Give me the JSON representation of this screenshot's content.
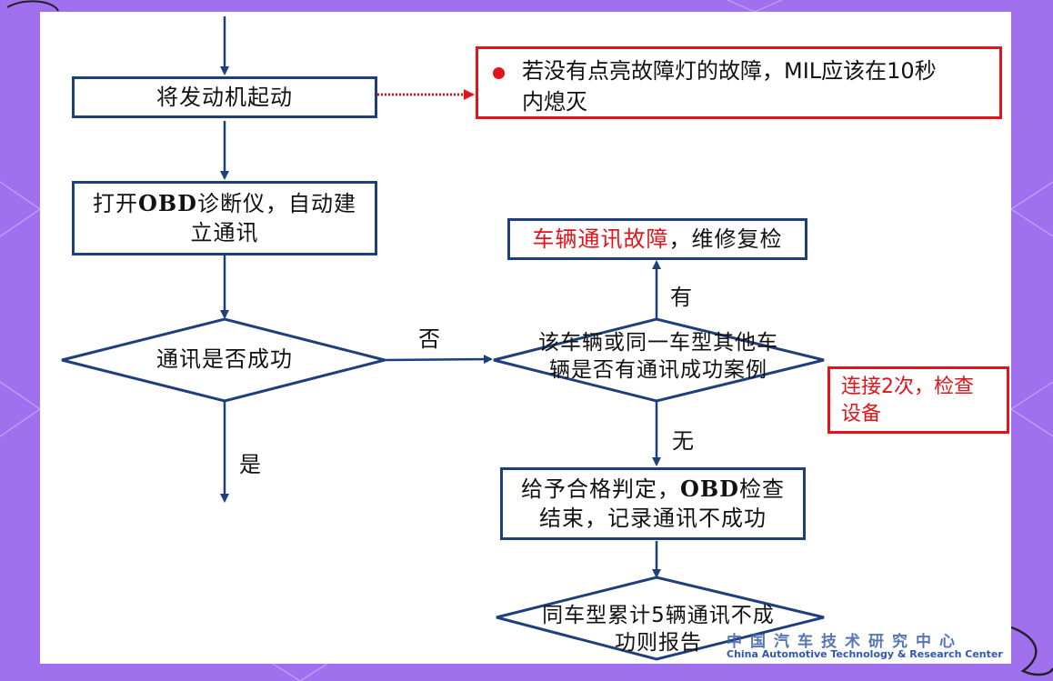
{
  "nodes": {
    "start_engine": "将发动机起动",
    "open_obd_a": "打开",
    "open_obd_b": "OBD",
    "open_obd_c": "诊断仪，自动建",
    "open_obd_d": "立通讯",
    "comm_success": "通讯是否成功",
    "check_history_1": "该车辆或同一车型其他车",
    "check_history_2": "辆是否有通讯成功案例",
    "fault_red": "车辆通讯故障",
    "fault_rest": "，维修复检",
    "pass_a": "给予合格判定，",
    "pass_b": "OBD",
    "pass_c": "检查",
    "pass_d": "结束，记录通讯不成功",
    "report_1": "同车型累计5辆通讯不成",
    "report_2": "功则报告"
  },
  "edges": {
    "no": "否",
    "yes": "是",
    "has": "有",
    "none": "无"
  },
  "notes": {
    "mil_line1": "若没有点亮故障灯的故障，MIL应该在10秒",
    "mil_line2": "内熄灭",
    "retry_line1": "连接2次，检查",
    "retry_line2": "设备"
  },
  "logo": {
    "chinese": "中国汽车技术研究中心",
    "english": "China Automotive Technology & Research Center"
  },
  "colors": {
    "background": "#a070ee",
    "box_border": "#1e3f7a",
    "note_border": "#e2141b",
    "emphasis_text": "#e2141b"
  }
}
